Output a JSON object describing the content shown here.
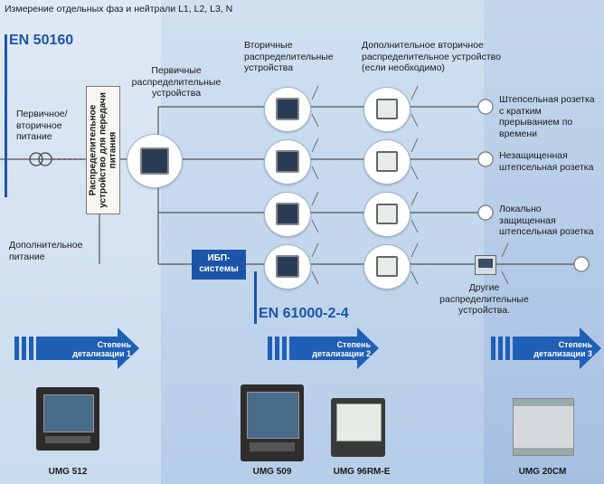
{
  "title": "Измерение отдельных фаз и нейтрали L1, L2, L3, N",
  "standards": {
    "left": "EN 50160",
    "middle": "EN 61000-2-4"
  },
  "labels": {
    "power": "Первичное/ вторичное питание",
    "aux_power": "Дополнительное питание",
    "transfer": "Распределительное устройство для передачи питания",
    "primary": "Первичные распределительные устройства",
    "secondary": "Вторичные распределительные устройства",
    "additional": "Дополнительное вторичное распределительное устройство (если необходимо)",
    "ups": "ИБП- системы",
    "other": "Другие распределительные устройства."
  },
  "outlets": [
    "Штепсельная розетка с кратким прерыванием по времени",
    "Незащищенная штепсельная розетка",
    "Локально защищенная штепсельная розетка"
  ],
  "levels": [
    {
      "text": "Степень детализации 1"
    },
    {
      "text": "Степень детализации 2"
    },
    {
      "text": "Степень детализации 3"
    }
  ],
  "products": [
    "UMG 512",
    "UMG 509",
    "UMG 96RM-E",
    "UMG 20CM"
  ],
  "colors": {
    "accent": "#1c55a8",
    "arrow": "#1f5fb6",
    "line": "#555555"
  },
  "icons": [
    "transformer-icon",
    "meter-icon",
    "outlet-icon",
    "arrow-icon"
  ]
}
